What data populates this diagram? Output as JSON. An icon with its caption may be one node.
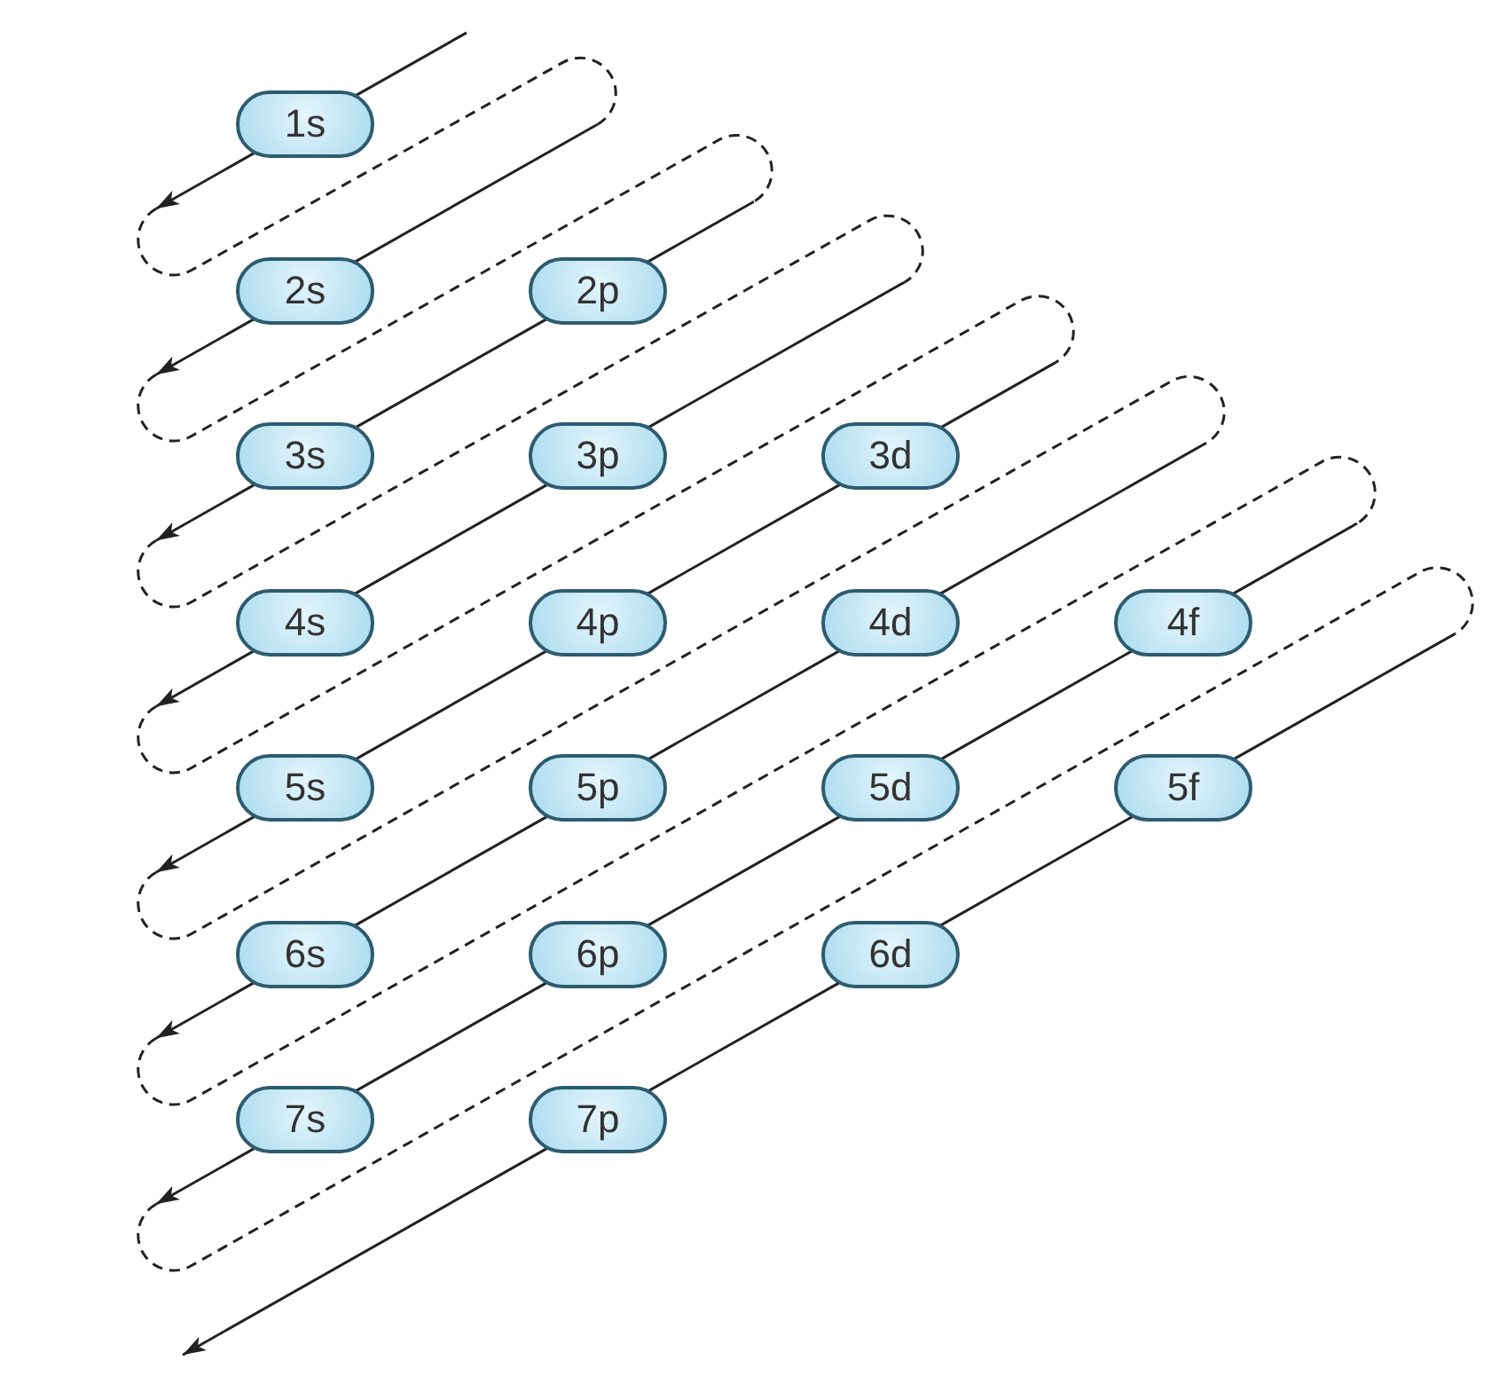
{
  "diagram": {
    "nodes": [
      {
        "text": [
          "1s"
        ]
      },
      {
        "text": [
          "2s"
        ]
      },
      {
        "text": [
          "2p"
        ]
      },
      {
        "text": [
          "3s"
        ]
      },
      {
        "text": [
          "3p"
        ]
      },
      {
        "text": [
          "3d"
        ]
      },
      {
        "text": [
          "4s"
        ]
      },
      {
        "text": [
          "4p"
        ]
      },
      {
        "text": [
          "4d"
        ]
      },
      {
        "text": [
          "4f"
        ]
      },
      {
        "text": [
          "5s"
        ]
      },
      {
        "text": [
          "5p"
        ]
      },
      {
        "text": [
          "5d"
        ]
      },
      {
        "text": [
          "5f"
        ]
      },
      {
        "text": [
          "6s"
        ]
      },
      {
        "text": [
          "6p"
        ]
      },
      {
        "text": [
          "6d"
        ]
      },
      {
        "text": [
          "7s"
        ]
      },
      {
        "text": [
          "7p"
        ]
      }
    ],
    "edges": [
      {
        "from": null,
        "to": 0,
        "arrow": "none"
      },
      {
        "from": 0,
        "to": null,
        "arrow": "to"
      },
      {
        "from": null,
        "to": 1,
        "arrow": "none"
      },
      {
        "from": 1,
        "to": null,
        "arrow": "to"
      },
      {
        "from": null,
        "to": 2,
        "arrow": "none"
      },
      {
        "from": 2,
        "to": 3,
        "arrow": "none"
      },
      {
        "from": 3,
        "to": null,
        "arrow": "to"
      },
      {
        "from": null,
        "to": 4,
        "arrow": "none"
      },
      {
        "from": 4,
        "to": 6,
        "arrow": "none"
      },
      {
        "from": 6,
        "to": null,
        "arrow": "to"
      },
      {
        "from": null,
        "to": 5,
        "arrow": "none"
      },
      {
        "from": 5,
        "to": 7,
        "arrow": "none"
      },
      {
        "from": 7,
        "to": 10,
        "arrow": "none"
      },
      {
        "from": 10,
        "to": null,
        "arrow": "to"
      },
      {
        "from": null,
        "to": 8,
        "arrow": "none"
      },
      {
        "from": 8,
        "to": 11,
        "arrow": "none"
      },
      {
        "from": 11,
        "to": 14,
        "arrow": "none"
      },
      {
        "from": 14,
        "to": null,
        "arrow": "to"
      },
      {
        "from": null,
        "to": 9,
        "arrow": "none"
      },
      {
        "from": 9,
        "to": 12,
        "arrow": "none"
      },
      {
        "from": 12,
        "to": 15,
        "arrow": "none"
      },
      {
        "from": 15,
        "to": 17,
        "arrow": "none"
      },
      {
        "from": 17,
        "to": null,
        "arrow": "to"
      },
      {
        "from": null,
        "to": 13,
        "arrow": "none"
      },
      {
        "from": 13,
        "to": 16,
        "arrow": "none"
      },
      {
        "from": 16,
        "to": 18,
        "arrow": "none"
      },
      {
        "from": 18,
        "to": null,
        "arrow": "to"
      }
    ]
  }
}
